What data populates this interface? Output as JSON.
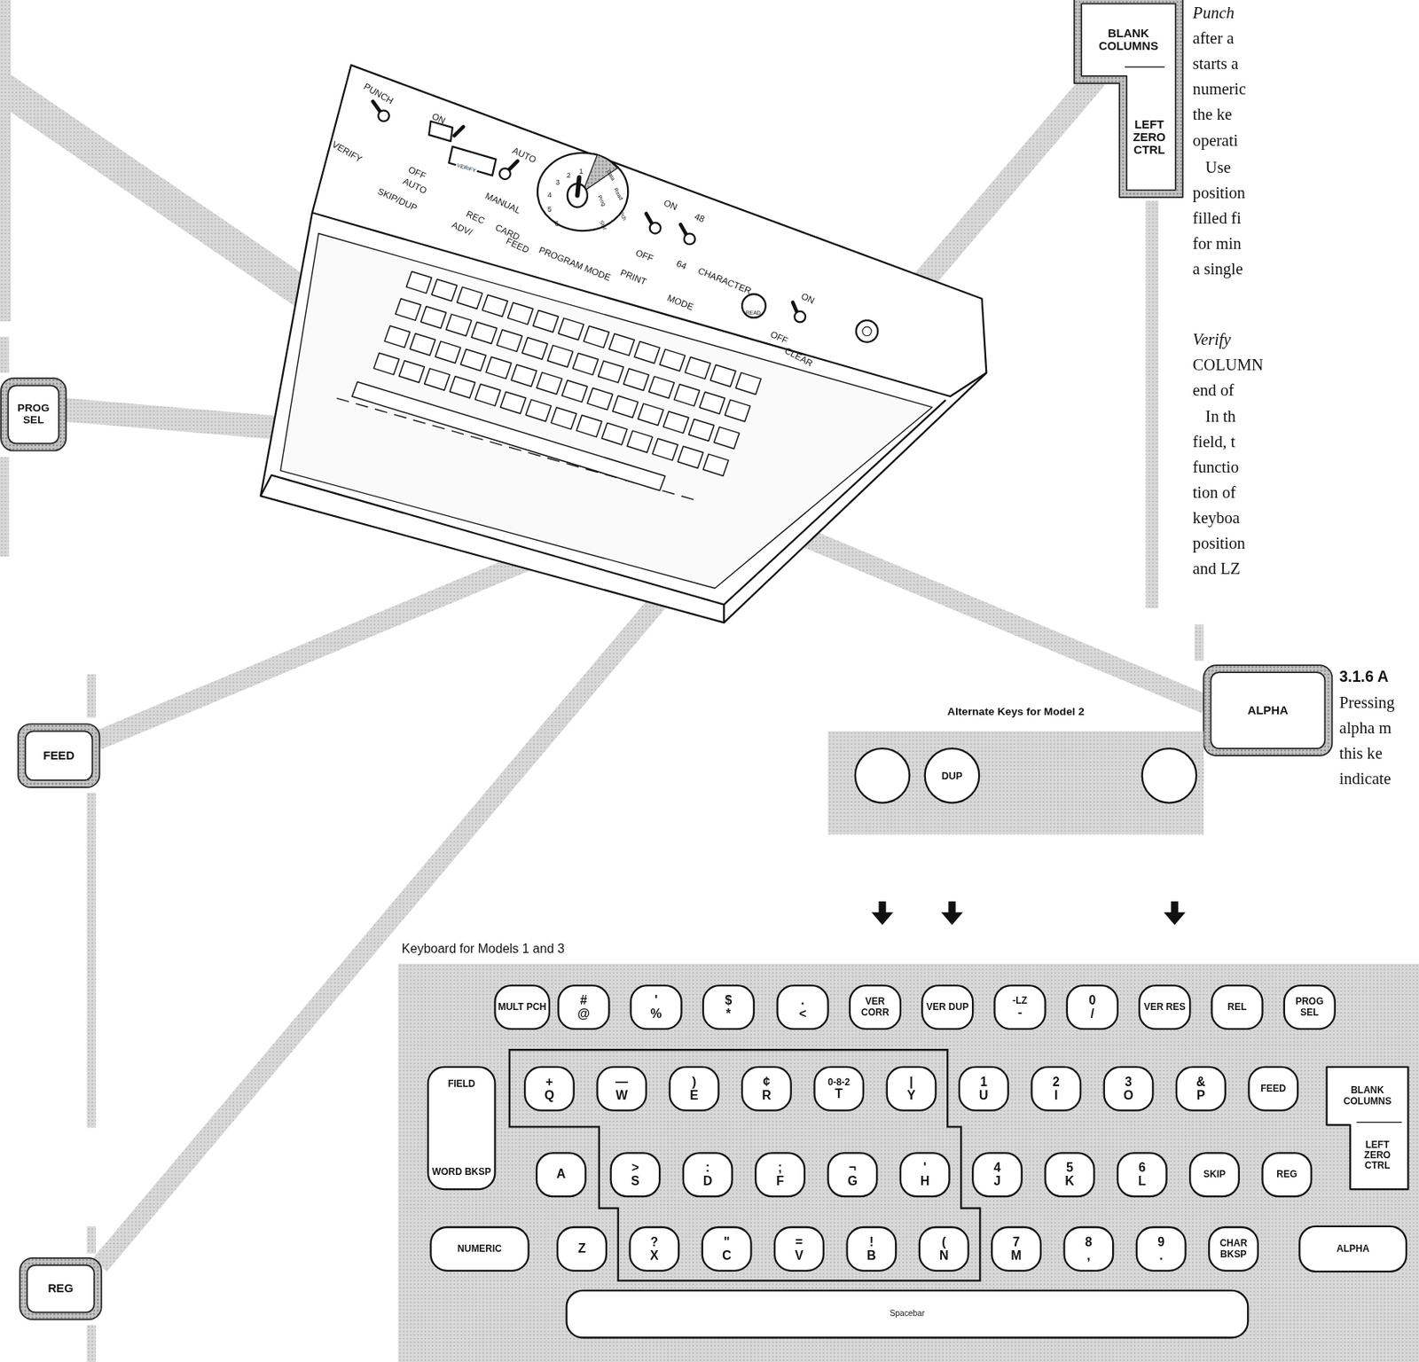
{
  "diagram": {
    "nodes": [
      {
        "text": [
          "BLANK COLUMNS",
          "LEFT ZERO CTRL"
        ]
      },
      {
        "text": [
          "PROG SEL"
        ]
      },
      {
        "text": [
          "ALPHA"
        ]
      },
      {
        "text": [
          "Alternate Keys for Model 2"
        ]
      },
      {
        "text": [
          "DUP"
        ],
        "in": 3
      },
      {
        "text": [
          "FEED"
        ]
      },
      {
        "text": [
          "REG"
        ]
      },
      {
        "text": [
          "Keyboard for Models 1 and 3"
        ]
      },
      {
        "text": [
          "MULT PCH"
        ],
        "in": 7
      },
      {
        "text": [
          "#",
          "@"
        ],
        "in": 7
      },
      {
        "text": [
          "'",
          "%"
        ],
        "in": 7
      },
      {
        "text": [
          "$",
          "*"
        ],
        "in": 7
      },
      {
        "text": [
          ".",
          "<"
        ],
        "in": 7
      },
      {
        "text": [
          "VER CORR"
        ],
        "in": 7
      },
      {
        "text": [
          "VER DUP"
        ],
        "in": 7
      },
      {
        "text": [
          "-LZ",
          "-"
        ],
        "in": 7
      },
      {
        "text": [
          "0",
          "/"
        ],
        "in": 7
      },
      {
        "text": [
          "VER RES"
        ],
        "in": 7
      },
      {
        "text": [
          "REL"
        ],
        "in": 7
      },
      {
        "text": [
          "PROG SEL"
        ],
        "in": 7
      },
      {
        "text": [
          "FIELD",
          "WORD BKSP"
        ],
        "in": 7
      },
      {
        "text": [
          "+",
          "Q"
        ],
        "in": 7
      },
      {
        "text": [
          "—",
          "W"
        ],
        "in": 7
      },
      {
        "text": [
          ")",
          "E"
        ],
        "in": 7
      },
      {
        "text": [
          "¢",
          "R"
        ],
        "in": 7
      },
      {
        "text": [
          "0-8-2",
          "T"
        ],
        "in": 7
      },
      {
        "text": [
          "|",
          "Y"
        ],
        "in": 7
      },
      {
        "text": [
          "1",
          "U"
        ],
        "in": 7
      },
      {
        "text": [
          "2",
          "I"
        ],
        "in": 7
      },
      {
        "text": [
          "3",
          "O"
        ],
        "in": 7
      },
      {
        "text": [
          "&",
          "P"
        ],
        "in": 7
      },
      {
        "text": [
          "FEED"
        ],
        "in": 7
      },
      {
        "text": [
          "BLANK COLUMNS",
          "LEFT ZERO CTRL"
        ],
        "in": 7
      },
      {
        "text": [
          "A"
        ],
        "in": 7
      },
      {
        "text": [
          ">",
          "S"
        ],
        "in": 7
      },
      {
        "text": [
          ":",
          "D"
        ],
        "in": 7
      },
      {
        "text": [
          ";",
          "F"
        ],
        "in": 7
      },
      {
        "text": [
          "¬",
          "G"
        ],
        "in": 7
      },
      {
        "text": [
          "'",
          "H"
        ],
        "in": 7
      },
      {
        "text": [
          "4",
          "J"
        ],
        "in": 7
      },
      {
        "text": [
          "5",
          "K"
        ],
        "in": 7
      },
      {
        "text": [
          "6",
          "L"
        ],
        "in": 7
      },
      {
        "text": [
          "SKIP"
        ],
        "in": 7
      },
      {
        "text": [
          "REG"
        ],
        "in": 7
      },
      {
        "text": [
          "NUMERIC"
        ],
        "in": 7
      },
      {
        "text": [
          "Z"
        ],
        "in": 7
      },
      {
        "text": [
          "?",
          "X"
        ],
        "in": 7
      },
      {
        "text": [
          "\"",
          "C"
        ],
        "in": 7
      },
      {
        "text": [
          "=",
          "V"
        ],
        "in": 7
      },
      {
        "text": [
          "!",
          "B"
        ],
        "in": 7
      },
      {
        "text": [
          "(",
          "N"
        ],
        "in": 7
      },
      {
        "text": [
          "7",
          "M"
        ],
        "in": 7
      },
      {
        "text": [
          "8",
          ","
        ],
        "in": 7
      },
      {
        "text": [
          "9",
          "."
        ],
        "in": 7
      },
      {
        "text": [
          "CHAR BKSP"
        ],
        "in": 7
      },
      {
        "text": [
          "ALPHA"
        ],
        "in": 7
      },
      {
        "text": [
          "Spacebar"
        ],
        "in": 7
      }
    ],
    "labels": [
      "PUNCH",
      "VERIFY",
      "ON",
      "OFF",
      "AUTO",
      "SKIP/DUP",
      "AUTO",
      "VERIFY",
      "MANUAL",
      "REC",
      "ADV/",
      "CARD",
      "FEED",
      "PROGRAM MODE",
      "1",
      "2",
      "3",
      "4",
      "5",
      "6",
      "Data",
      "Prog",
      "Read",
      "Pch",
      "Star",
      "ON",
      "48",
      "OFF",
      "64",
      "CHARACTER",
      "PRINT",
      "MODE",
      "READ",
      "ON",
      "OFF",
      "CLEAR",
      "Punch",
      "after a",
      "starts a",
      "numeric",
      "the ke",
      "operati",
      "Use",
      "position",
      "filled fi",
      "for min",
      "a single",
      "Verify",
      "COLUMN",
      "end of",
      "In th",
      "field, t",
      "functio",
      "tion of",
      "keyboa",
      "position",
      "and LZ",
      "3.1.6 A",
      "Pressing",
      "alpha m",
      "this ke",
      "indicate"
    ]
  }
}
